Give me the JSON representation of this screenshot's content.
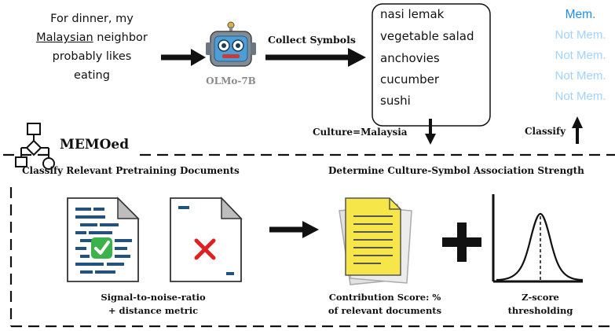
{
  "prompt": {
    "lines": [
      "For dinner, my",
      "Malaysian",
      "neighbor",
      "probably likes",
      "eating"
    ]
  },
  "model": {
    "name": "OLMo-7B"
  },
  "collect_label": "Collect Symbols",
  "symbols": [
    "nasi lemak",
    "vegetable salad",
    "anchovies",
    "cucumber",
    "sushi"
  ],
  "results": [
    {
      "label": "Mem.",
      "color": "#1a8cff"
    },
    {
      "label": "Not Mem.",
      "color": "#9fd3ff"
    },
    {
      "label": "Not Mem.",
      "color": "#9fd3ff"
    },
    {
      "label": "Not Mem.",
      "color": "#9fd3ff"
    },
    {
      "label": "Not Mem.",
      "color": "#9fd3ff"
    }
  ],
  "culture_label": "Culture=Malaysia",
  "classify_label": "Classify",
  "method": {
    "name": "MEMOed"
  },
  "left_section": {
    "title": "Classify Relevant Pretraining Documents",
    "caption_line1": "Signal-to-noise-ratio",
    "caption_line2": "+ distance metric"
  },
  "right_section": {
    "title": "Determine Culture-Symbol Association Strength",
    "contrib_line1": "Contribution Score: %",
    "contrib_line2": "of relevant documents",
    "z_line1": "Z-score",
    "z_line2": "thresholding"
  },
  "colors": {
    "doc_bar": "#23527c",
    "check": "#3cb34a",
    "cross": "#e02020",
    "note": "#f7e64a",
    "robot_face": "#4d9dd6"
  }
}
